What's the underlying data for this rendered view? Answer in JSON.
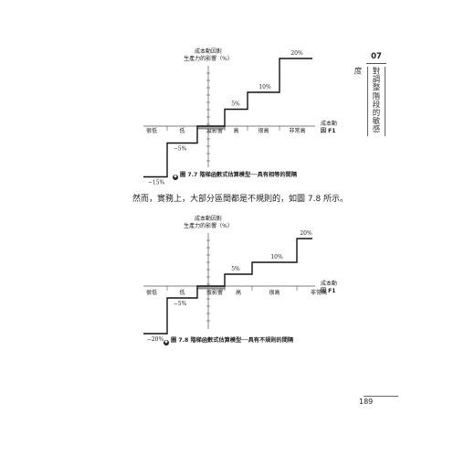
{
  "chapter": {
    "number": "07",
    "title": "對調整階段的敏感度"
  },
  "figure1": {
    "y_label_line1": "成本動因對",
    "y_label_line2": "生產力的影響（%）",
    "x_label_line1": "成本動",
    "x_label_line2": "因 F1",
    "caption_marker": "◆",
    "caption": "圖 7.7  階梯函數式估算模型──具有相等的間隔",
    "chart_data": {
      "type": "line",
      "categories": [
        "很低",
        "低",
        "沒影響",
        "高",
        "很高",
        "非常高"
      ],
      "values": [
        -15,
        -5,
        0,
        5,
        10,
        20
      ],
      "point_labels": [
        "−15%",
        "−5%",
        "",
        "5%",
        "10%",
        "20%"
      ]
    }
  },
  "figure2": {
    "y_label_line1": "成本動因對",
    "y_label_line2": "生產力的影響（%）",
    "x_label_line1": "成本動",
    "x_label_line2": "因 F1",
    "caption_marker": "◆",
    "caption": "圖 7.8  階梯函數式估算模型──具有不規則的間隔",
    "chart_data": {
      "type": "line",
      "categories": [
        "很低",
        "低",
        "沒影響",
        "高",
        "很高",
        "非常高"
      ],
      "values": [
        -20,
        -5,
        0,
        5,
        10,
        20
      ],
      "point_labels": [
        "−20%",
        "−5%",
        "",
        "5%",
        "10%",
        "20%"
      ]
    }
  },
  "body_text": "然而，實務上，大部分區間都是不規則的，如圖 7.8 所示。",
  "page_number": "189"
}
